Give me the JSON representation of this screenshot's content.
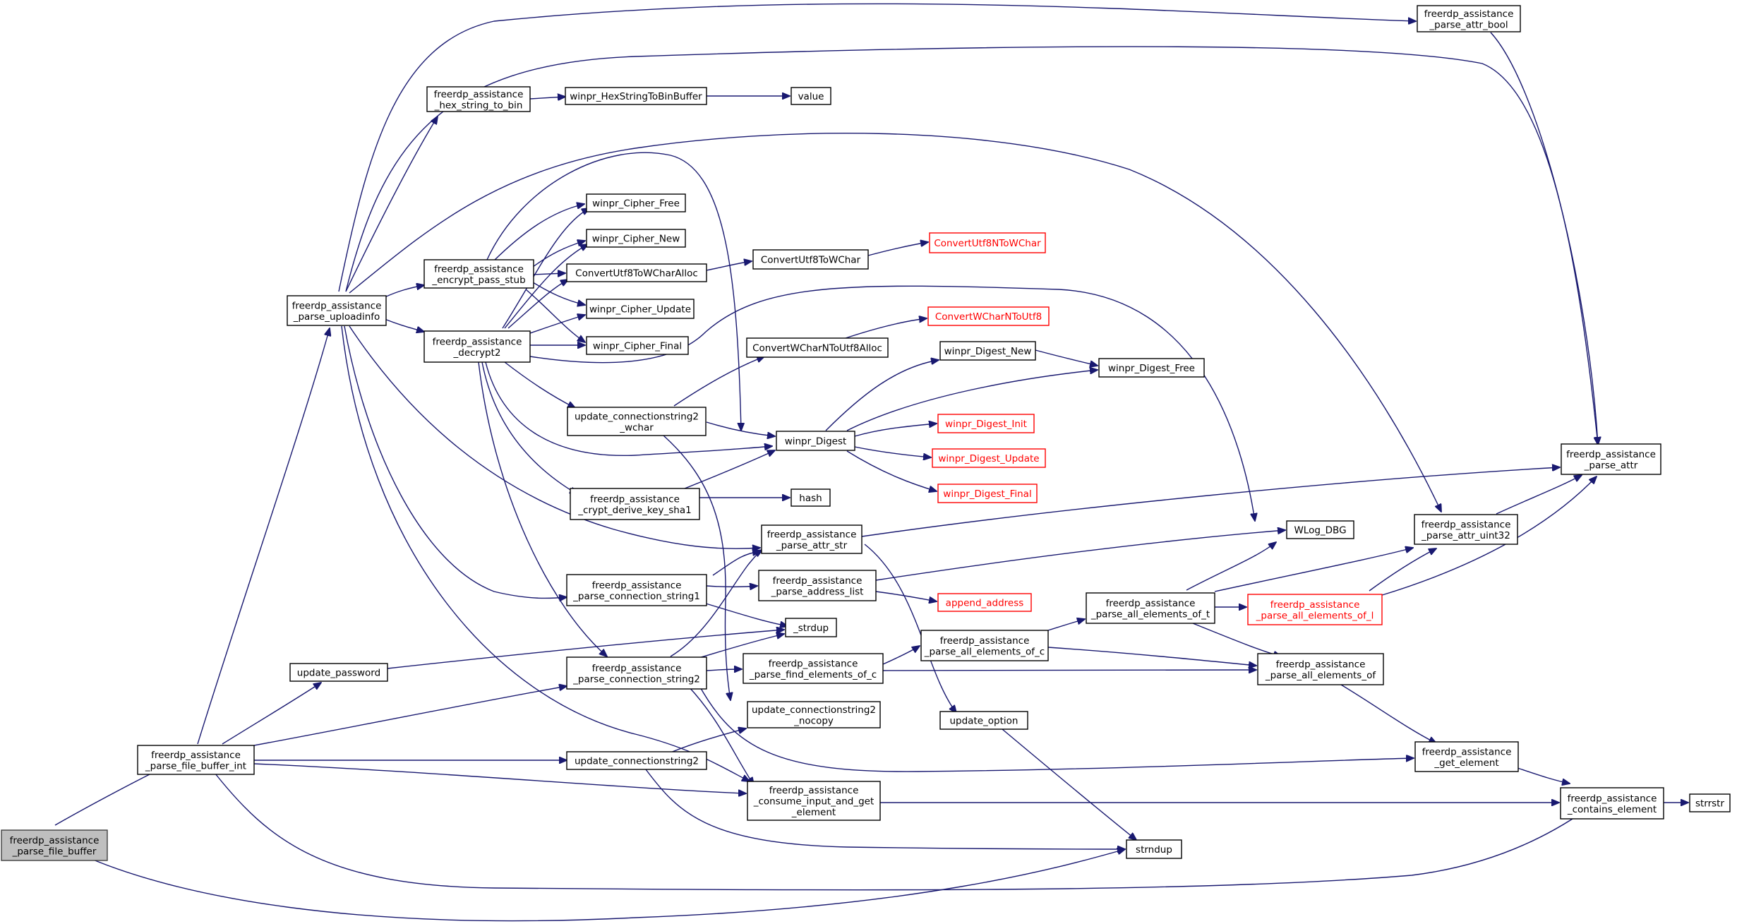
{
  "diagram": {
    "nodes": {
      "n_root": {
        "lines": [
          "freerdp_assistance",
          "_parse_file_buffer"
        ]
      },
      "n_int": {
        "lines": [
          "freerdp_assistance",
          "_parse_file_buffer_int"
        ]
      },
      "n_upload": {
        "lines": [
          "freerdp_assistance",
          "_parse_uploadinfo"
        ]
      },
      "n_hex": {
        "lines": [
          "freerdp_assistance",
          "_hex_string_to_bin"
        ]
      },
      "n_winhex": {
        "lines": [
          "winpr_HexStringToBinBuffer"
        ]
      },
      "n_value": {
        "lines": [
          "value"
        ]
      },
      "n_attrbool": {
        "lines": [
          "freerdp_assistance",
          "_parse_attr_bool"
        ]
      },
      "n_encrypt": {
        "lines": [
          "freerdp_assistance",
          "_encrypt_pass_stub"
        ]
      },
      "n_decrypt": {
        "lines": [
          "freerdp_assistance",
          "_decrypt2"
        ]
      },
      "n_cfree": {
        "lines": [
          "winpr_Cipher_Free"
        ]
      },
      "n_cnew": {
        "lines": [
          "winpr_Cipher_New"
        ]
      },
      "n_cu8alloc": {
        "lines": [
          "ConvertUtf8ToWCharAlloc"
        ]
      },
      "n_cupdate": {
        "lines": [
          "winpr_Cipher_Update"
        ]
      },
      "n_cfinal": {
        "lines": [
          "winpr_Cipher_Final"
        ]
      },
      "n_cu8w": {
        "lines": [
          "ConvertUtf8ToWChar"
        ]
      },
      "n_cu8nw": {
        "lines": [
          "ConvertUtf8NToWChar"
        ]
      },
      "n_cwn8": {
        "lines": [
          "ConvertWCharNToUtf8"
        ]
      },
      "n_cwn8alloc": {
        "lines": [
          "ConvertWCharNToUtf8Alloc"
        ]
      },
      "n_dnew": {
        "lines": [
          "winpr_Digest_New"
        ]
      },
      "n_dfree": {
        "lines": [
          "winpr_Digest_Free"
        ]
      },
      "n_dinit": {
        "lines": [
          "winpr_Digest_Init"
        ]
      },
      "n_dupdate": {
        "lines": [
          "winpr_Digest_Update"
        ]
      },
      "n_dfinal": {
        "lines": [
          "winpr_Digest_Final"
        ]
      },
      "n_digest": {
        "lines": [
          "winpr_Digest"
        ]
      },
      "n_ucwchar": {
        "lines": [
          "update_connectionstring2",
          "_wchar"
        ]
      },
      "n_crypt": {
        "lines": [
          "freerdp_assistance",
          "_crypt_derive_key_sha1"
        ]
      },
      "n_hash": {
        "lines": [
          "hash"
        ]
      },
      "n_attr": {
        "lines": [
          "freerdp_assistance",
          "_parse_attr"
        ]
      },
      "n_attrstr": {
        "lines": [
          "freerdp_assistance",
          "_parse_attr_str"
        ]
      },
      "n_wlog": {
        "lines": [
          "WLog_DBG"
        ]
      },
      "n_attru32": {
        "lines": [
          "freerdp_assistance",
          "_parse_attr_uint32"
        ]
      },
      "n_pcs1": {
        "lines": [
          "freerdp_assistance",
          "_parse_connection_string1"
        ]
      },
      "n_paddr": {
        "lines": [
          "freerdp_assistance",
          "_parse_address_list"
        ]
      },
      "n_append": {
        "lines": [
          "append_address"
        ]
      },
      "n_pallt": {
        "lines": [
          "freerdp_assistance",
          "_parse_all_elements_of_t"
        ]
      },
      "n_palll": {
        "lines": [
          "freerdp_assistance",
          "_parse_all_elements_of_l"
        ]
      },
      "n_strdup": {
        "lines": [
          "_strdup"
        ]
      },
      "n_updpw": {
        "lines": [
          "update_password"
        ]
      },
      "n_pcs2": {
        "lines": [
          "freerdp_assistance",
          "_parse_connection_string2"
        ]
      },
      "n_pfind": {
        "lines": [
          "freerdp_assistance",
          "_parse_find_elements_of_c"
        ]
      },
      "n_pallc": {
        "lines": [
          "freerdp_assistance",
          "_parse_all_elements_of_c"
        ]
      },
      "n_pallof": {
        "lines": [
          "freerdp_assistance",
          "_parse_all_elements_of"
        ]
      },
      "n_ucnocopy": {
        "lines": [
          "update_connectionstring2",
          "_nocopy"
        ]
      },
      "n_updopt": {
        "lines": [
          "update_option"
        ]
      },
      "n_getel": {
        "lines": [
          "freerdp_assistance",
          "_get_element"
        ]
      },
      "n_uc2": {
        "lines": [
          "update_connectionstring2"
        ]
      },
      "n_consume": {
        "lines": [
          "freerdp_assistance",
          "_consume_input_and_get",
          "_element"
        ]
      },
      "n_contains": {
        "lines": [
          "freerdp_assistance",
          "_contains_element"
        ]
      },
      "n_strrstr": {
        "lines": [
          "strrstr"
        ]
      },
      "n_strndup": {
        "lines": [
          "strndup"
        ]
      }
    },
    "colors": {
      "edge": "#191970",
      "node_border": "#000000",
      "node_border_external": "#ff0000",
      "root_fill": "#bfbfbf"
    }
  }
}
